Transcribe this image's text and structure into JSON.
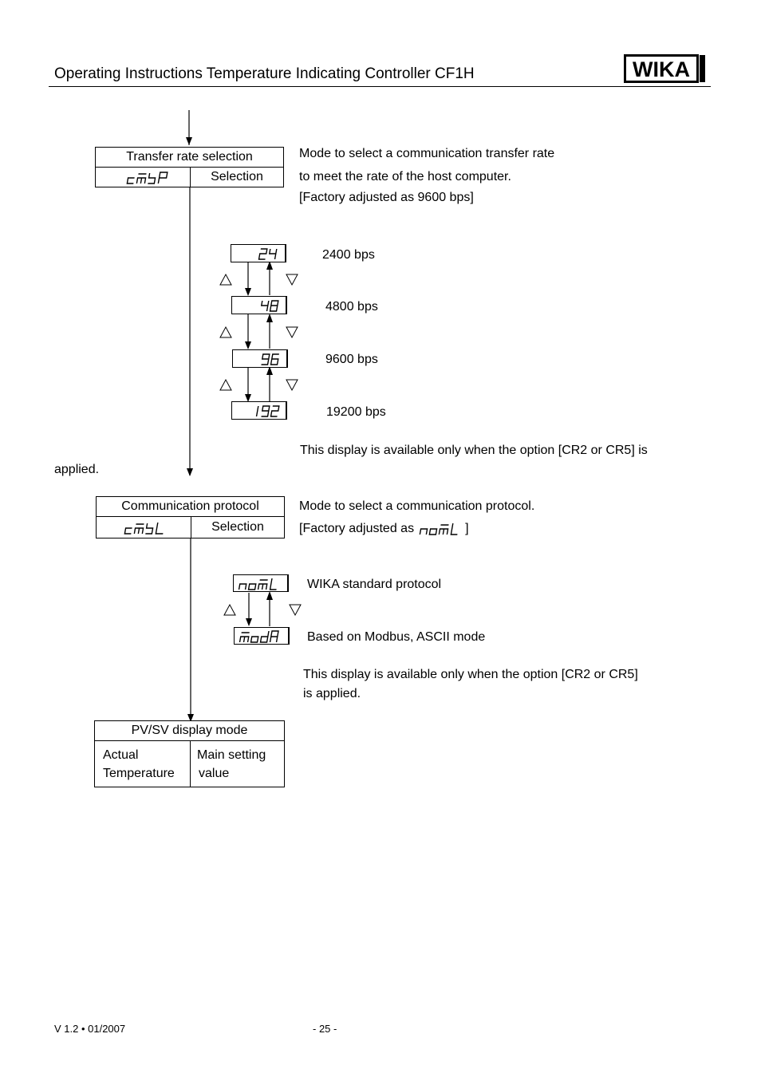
{
  "header": {
    "title": "Operating Instructions Temperature Indicating Controller CF1H",
    "logo_text": "WIKA"
  },
  "transfer": {
    "box_title": "Transfer rate selection",
    "box_code": "cmsP",
    "box_right": "Selection",
    "desc1": "Mode to select a communication transfer rate",
    "desc2": "to meet the rate of the host computer.",
    "desc3": "[Factory adjusted as 9600 bps]",
    "options": [
      {
        "code": "24",
        "label": "2400 bps"
      },
      {
        "code": "48",
        "label": "4800 bps"
      },
      {
        "code": "96",
        "label": "9600 bps"
      },
      {
        "code": "192",
        "label": "19200 bps"
      }
    ],
    "note1": "This display is available only when the option [CR2 or CR5] is",
    "note2": "applied."
  },
  "protocol": {
    "box_title": "Communication protocol",
    "box_code": "cmsL",
    "box_right": "Selection",
    "desc1": "Mode to select a communication protocol.",
    "desc2_prefix": "[Factory adjusted as",
    "desc2_code": "noml",
    "desc2_suffix": "]",
    "options": [
      {
        "code": "noml",
        "label": "WIKA standard protocol"
      },
      {
        "code": "modA",
        "label": "Based on Modbus, ASCII mode"
      }
    ],
    "note1": "This display is available only when the option [CR2 or CR5]",
    "note2": "is applied."
  },
  "pvsv": {
    "box_title": "PV/SV display mode",
    "left_line1": "Actual",
    "left_line2": "Temperature",
    "right_line1": "Main setting",
    "right_line2": "value"
  },
  "footer": {
    "version": "V 1.2  •  01/2007",
    "page": "- 25 -"
  },
  "icons": {
    "up_key": "up-triangle-icon",
    "down_key": "down-triangle-icon"
  }
}
